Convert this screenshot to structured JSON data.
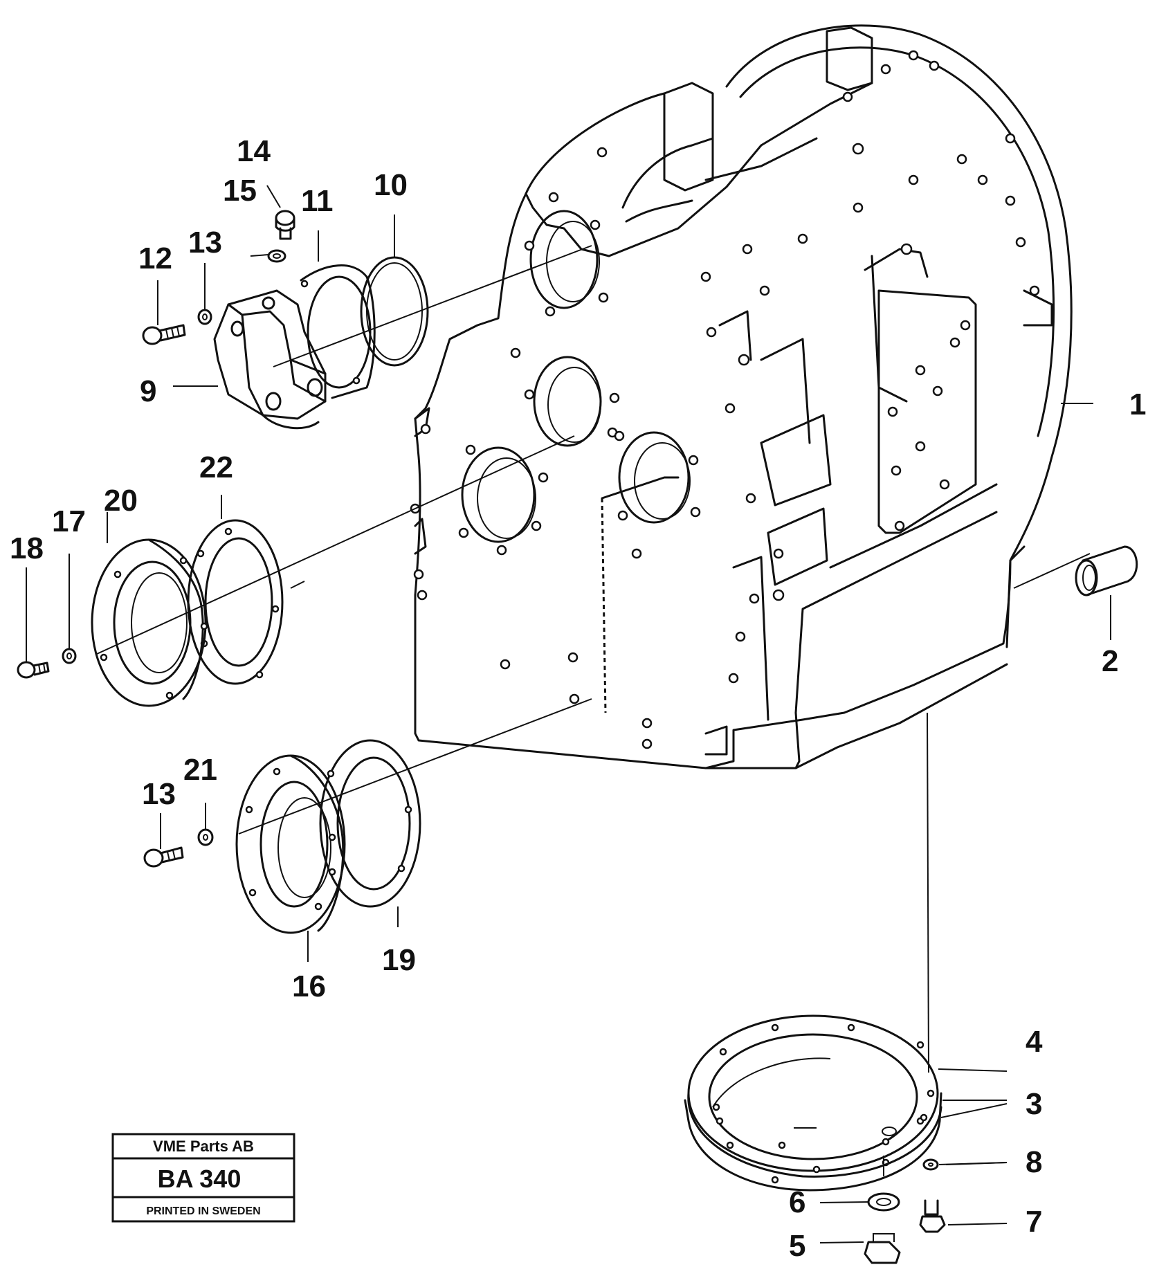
{
  "callouts": {
    "c1": "1",
    "c2": "2",
    "c3": "3",
    "c4": "4",
    "c5": "5",
    "c6": "6",
    "c7": "7",
    "c8": "8",
    "c9": "9",
    "c10": "10",
    "c11": "11",
    "c12": "12",
    "c13a": "13",
    "c13b": "13",
    "c14": "14",
    "c15": "15",
    "c16": "16",
    "c17": "17",
    "c18": "18",
    "c19": "19",
    "c20": "20",
    "c21": "21",
    "c22": "22"
  },
  "title_block": {
    "company": "VME Parts AB",
    "code": "BA 340",
    "printed": "PRINTED IN SWEDEN"
  }
}
